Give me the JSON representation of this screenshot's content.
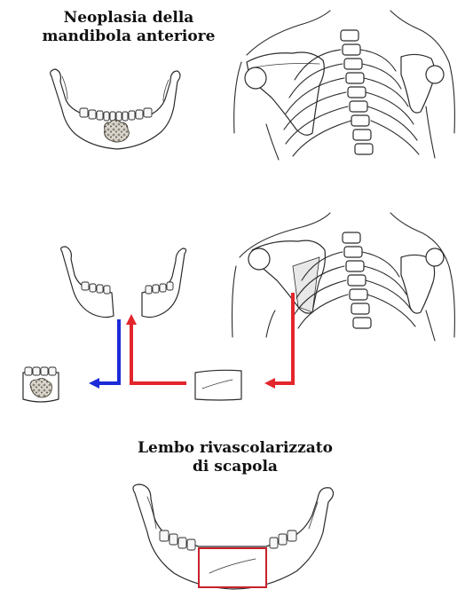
{
  "labels": {
    "top_title_line1": "Neoplasia della",
    "top_title_line2": "mandibola anteriore",
    "bottom_title_line1": "Lembo rivascolarizzato",
    "bottom_title_line2": "di scapola"
  },
  "colors": {
    "arterial": "#e3262b",
    "venous": "#1c2bd8",
    "tumor": "#8a8478",
    "graft_outline": "#c8202a",
    "ink": "#2b2b2b"
  },
  "icons": {
    "mandible_tumor": "mandible-with-tumor-illustration",
    "torso_back": "upper-back-scapula-illustration",
    "resected_mandible": "resected-mandible-illustration",
    "torso_flap": "scapula-flap-harvest-illustration",
    "tumor_specimen": "excised-tumor-specimen-illustration",
    "bone_graft": "scapular-bone-graft-illustration",
    "reconstructed_mandible": "reconstructed-mandible-illustration"
  }
}
